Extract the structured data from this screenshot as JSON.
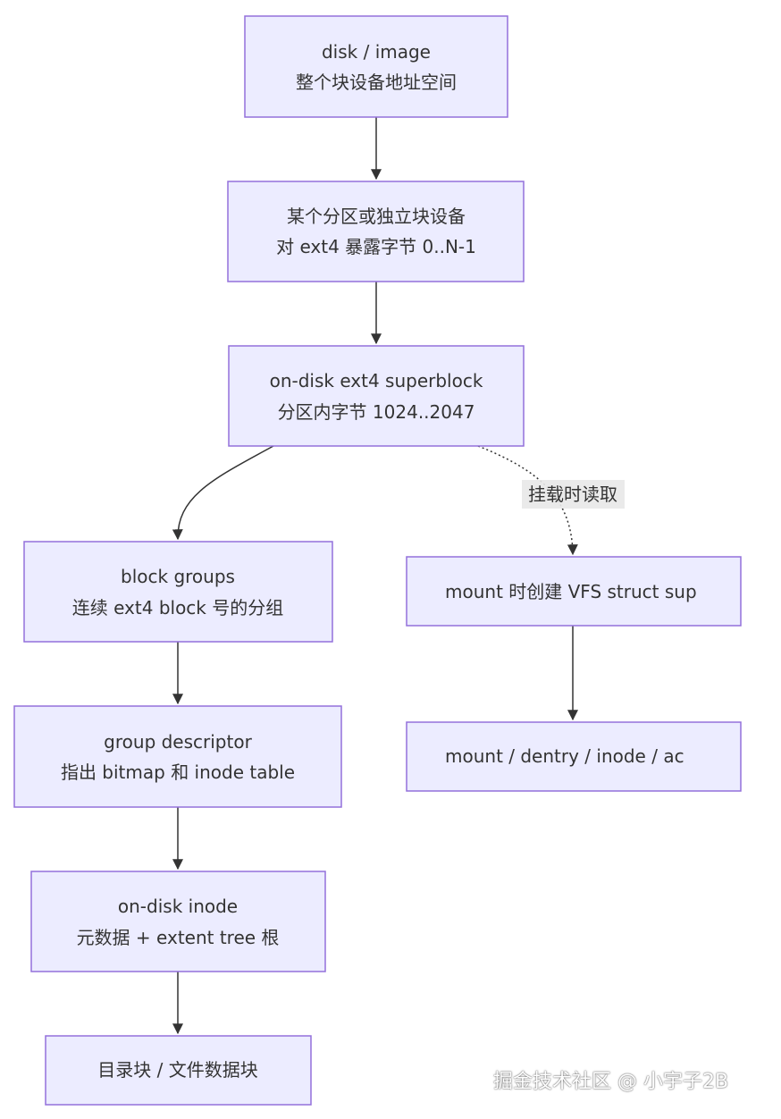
{
  "nodes": {
    "disk": {
      "line1": "disk / image",
      "line2": "整个块设备地址空间"
    },
    "partition": {
      "line1": "某个分区或独立块设备",
      "line2": "对 ext4 暴露字节 0..N-1"
    },
    "superblock": {
      "line1": "on-disk ext4 superblock",
      "line2": "分区内字节 1024..2047"
    },
    "block_groups": {
      "line1": "block groups",
      "line2": "连续 ext4 block 号的分组"
    },
    "group_descriptor": {
      "line1": "group descriptor",
      "line2": "指出 bitmap 和 inode table"
    },
    "inode": {
      "line1": "on-disk inode",
      "line2": "元数据 + extent tree 根"
    },
    "data_blocks": {
      "line1": "目录块 / 文件数据块"
    },
    "vfs_super": {
      "line1": "mount 时创建 VFS struct sup"
    },
    "mount_chain": {
      "line1": "mount / dentry / inode / ac"
    }
  },
  "edges": {
    "superblock_to_vfs_label": "挂载时读取"
  },
  "watermark": "掘金技术社区 @ 小宇子2B",
  "colors": {
    "node_fill": "#ECECFF",
    "node_stroke": "#9370DB",
    "edge": "#333333",
    "text": "#333333"
  }
}
